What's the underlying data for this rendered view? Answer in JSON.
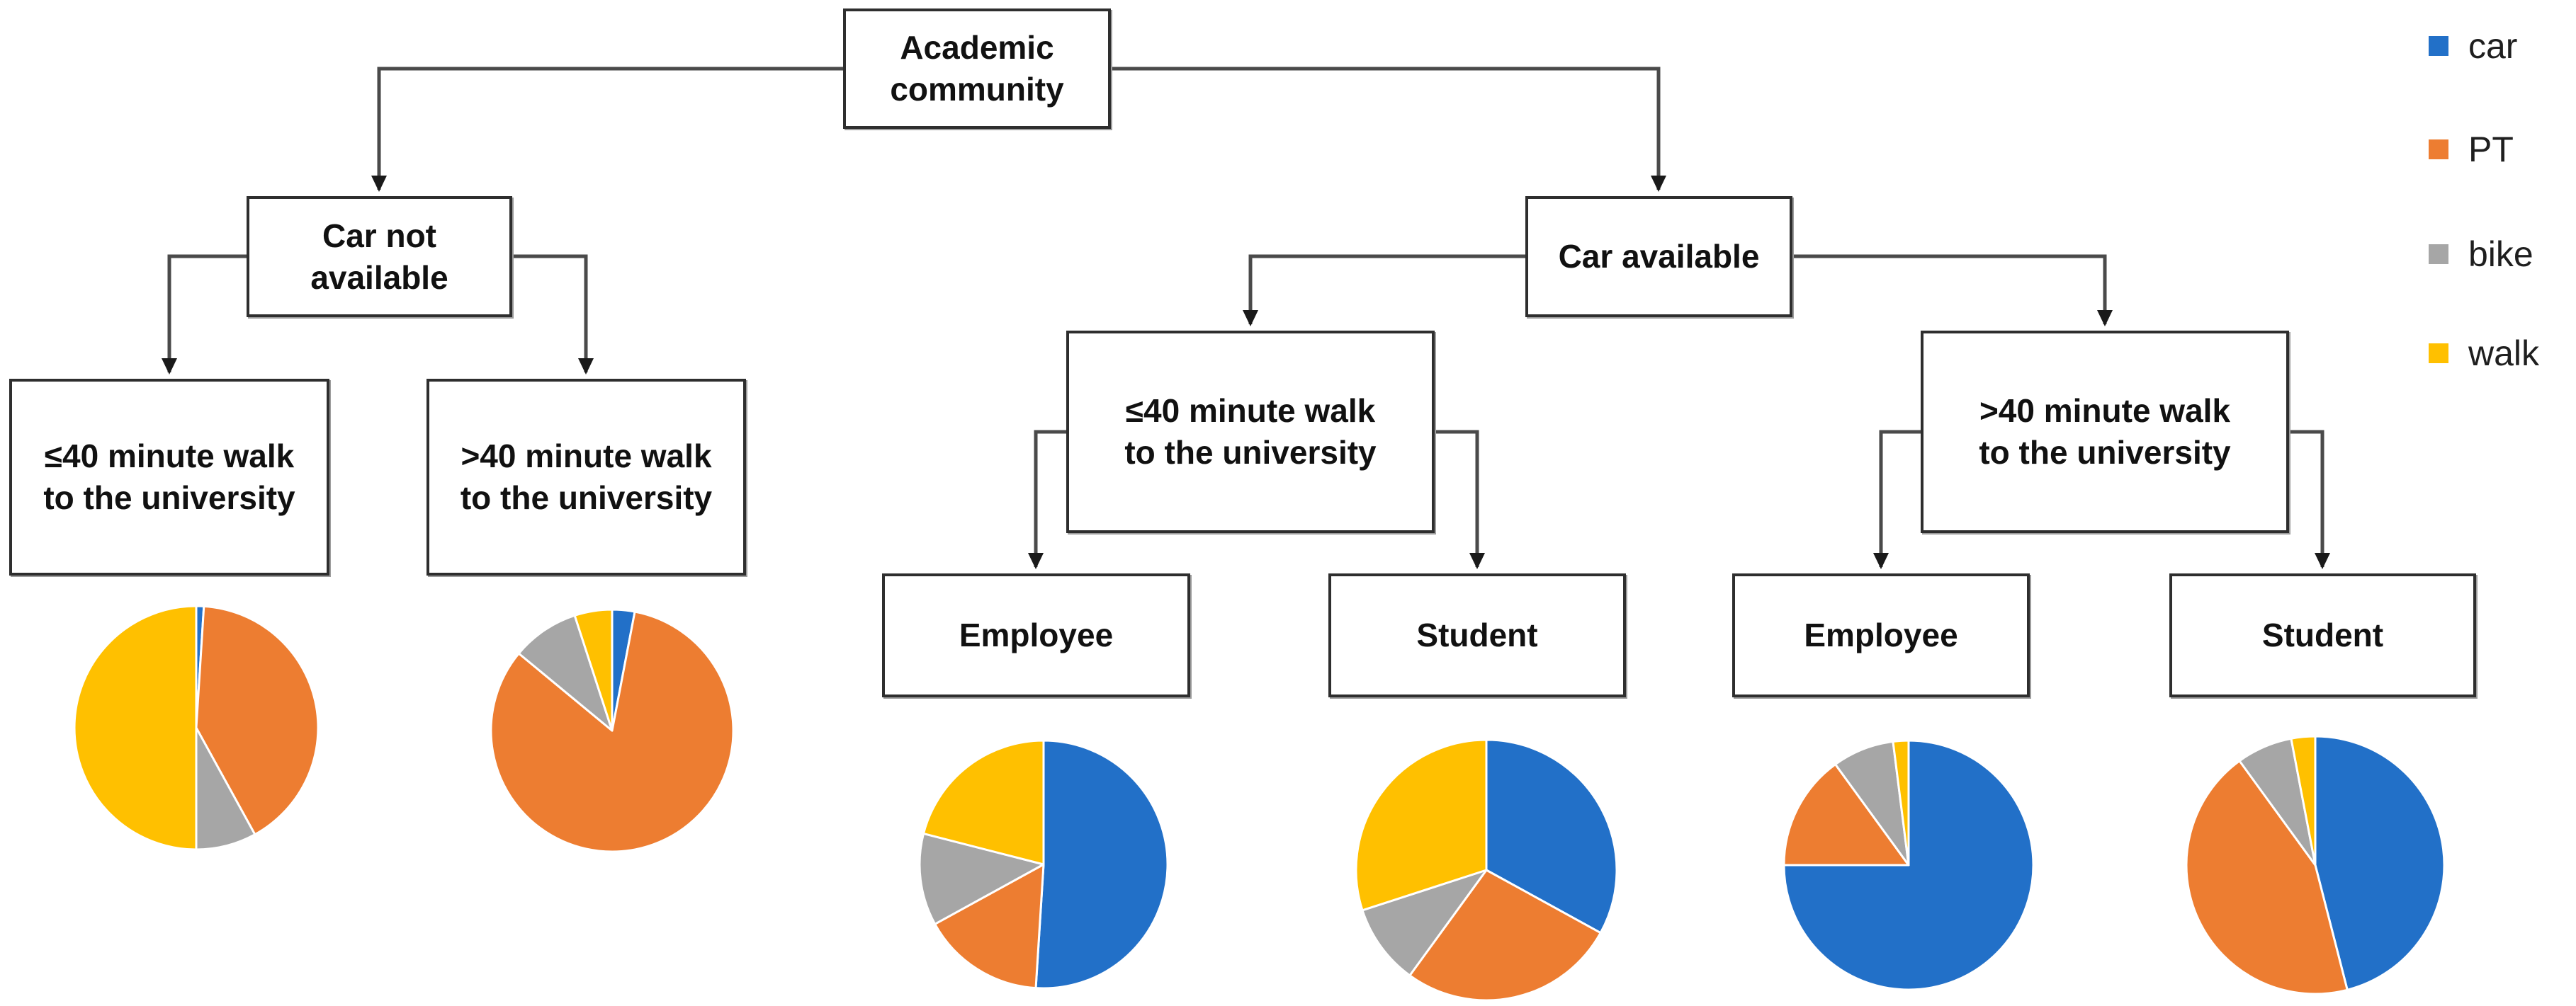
{
  "legend": {
    "items": [
      {
        "label": "car",
        "color": "#2270C8"
      },
      {
        "label": "PT",
        "color": "#ED7D31"
      },
      {
        "label": "bike",
        "color": "#A6A6A6"
      },
      {
        "label": "walk",
        "color": "#FFC000"
      }
    ]
  },
  "tree": {
    "root": "Academic\ncommunity",
    "car_not_available": "Car not\navailable",
    "car_available": "Car available",
    "le40_walk": "≤40 minute walk\nto the university",
    "gt40_walk": ">40 minute walk\nto the university",
    "employee": "Employee",
    "student": "Student"
  },
  "chart_data": [
    {
      "type": "pie",
      "node": "Car not available / ≤40 minute walk to the university",
      "labels": [
        "car",
        "PT",
        "bike",
        "walk"
      ],
      "values": [
        1,
        41,
        8,
        50
      ],
      "colors": [
        "#2270C8",
        "#ED7D31",
        "#A6A6A6",
        "#FFC000"
      ],
      "start_angle": "12 o'clock",
      "direction": "clockwise",
      "units": "percent"
    },
    {
      "type": "pie",
      "node": "Car not available / >40 minute walk to the university",
      "labels": [
        "car",
        "PT",
        "bike",
        "walk"
      ],
      "values": [
        3,
        83,
        9,
        5
      ],
      "colors": [
        "#2270C8",
        "#ED7D31",
        "#A6A6A6",
        "#FFC000"
      ],
      "start_angle": "12 o'clock",
      "direction": "clockwise",
      "units": "percent"
    },
    {
      "type": "pie",
      "node": "Car available / ≤40 minute walk to the university / Employee",
      "labels": [
        "car",
        "PT",
        "bike",
        "walk"
      ],
      "values": [
        51,
        16,
        12,
        21
      ],
      "colors": [
        "#2270C8",
        "#ED7D31",
        "#A6A6A6",
        "#FFC000"
      ],
      "start_angle": "12 o'clock",
      "direction": "clockwise",
      "units": "percent"
    },
    {
      "type": "pie",
      "node": "Car available / ≤40 minute walk to the university / Student",
      "labels": [
        "car",
        "PT",
        "bike",
        "walk"
      ],
      "values": [
        33,
        27,
        10,
        30
      ],
      "colors": [
        "#2270C8",
        "#ED7D31",
        "#A6A6A6",
        "#FFC000"
      ],
      "start_angle": "12 o'clock",
      "direction": "clockwise",
      "units": "percent"
    },
    {
      "type": "pie",
      "node": "Car available / >40 minute walk to the university / Employee",
      "labels": [
        "car",
        "PT",
        "bike",
        "walk"
      ],
      "values": [
        75,
        15,
        8,
        2
      ],
      "colors": [
        "#2270C8",
        "#ED7D31",
        "#A6A6A6",
        "#FFC000"
      ],
      "start_angle": "12 o'clock",
      "direction": "clockwise",
      "units": "percent"
    },
    {
      "type": "pie",
      "node": "Car available / >40 minute walk to the university / Student",
      "labels": [
        "car",
        "PT",
        "bike",
        "walk"
      ],
      "values": [
        46,
        44,
        7,
        3
      ],
      "colors": [
        "#2270C8",
        "#ED7D31",
        "#A6A6A6",
        "#FFC000"
      ],
      "start_angle": "12 o'clock",
      "direction": "clockwise",
      "units": "percent"
    }
  ]
}
